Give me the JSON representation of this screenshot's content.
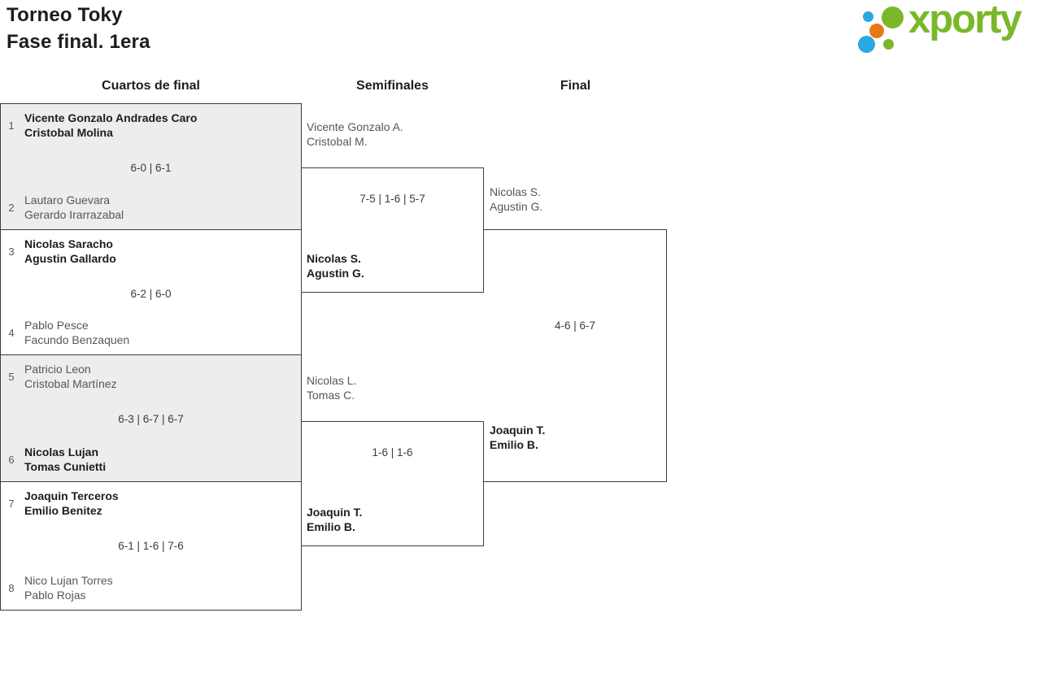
{
  "header": {
    "title_line1": "Torneo Toky",
    "title_line2": "Fase final. 1era"
  },
  "logo": {
    "text": "xporty"
  },
  "round_headers": {
    "quarterfinals": "Cuartos de final",
    "semifinals": "Semifinales",
    "final": "Final"
  },
  "colors": {
    "brand_green": "#7ab829",
    "brand_blue": "#29a9e0",
    "brand_orange": "#e87817",
    "text_dark": "#1d1d1b",
    "text_gray": "#575756",
    "border": "#3c3c3b",
    "shaded_row_bg": "#ededed"
  },
  "quarterfinals": [
    {
      "seed_top": "1",
      "team_top_line1": "Vicente Gonzalo Andrades Caro",
      "team_top_line2": "Cristobal Molina",
      "score": "6-0 | 6-1",
      "seed_bottom": "2",
      "team_bottom_line1": "Lautaro Guevara",
      "team_bottom_line2": "Gerardo Irarrazabal"
    },
    {
      "seed_top": "3",
      "team_top_line1": "Nicolas Saracho",
      "team_top_line2": "Agustin Gallardo",
      "score": "6-2 | 6-0",
      "seed_bottom": "4",
      "team_bottom_line1": "Pablo Pesce",
      "team_bottom_line2": "Facundo Benzaquen"
    },
    {
      "seed_top": "5",
      "team_top_line1": "Patricio Leon",
      "team_top_line2": "Cristobal Martínez",
      "score": "6-3 | 6-7 | 6-7",
      "seed_bottom": "6",
      "team_bottom_line1": "Nicolas Lujan",
      "team_bottom_line2": "Tomas Cunietti"
    },
    {
      "seed_top": "7",
      "team_top_line1": "Joaquin Terceros",
      "team_top_line2": "Emilio Benitez",
      "score": "6-1 | 1-6 | 7-6",
      "seed_bottom": "8",
      "team_bottom_line1": "Nico Lujan Torres",
      "team_bottom_line2": "Pablo Rojas"
    }
  ],
  "semifinals": [
    {
      "top_line1": "Vicente Gonzalo A.",
      "top_line2": "Cristobal M.",
      "score": "7-5 | 1-6 | 5-7",
      "winner_line1": "Nicolas S.",
      "winner_line2": "Agustin G."
    },
    {
      "top_line1": "Nicolas L.",
      "top_line2": "Tomas C.",
      "score": "1-6 | 1-6",
      "winner_line1": "Joaquin T.",
      "winner_line2": "Emilio B."
    }
  ],
  "final": {
    "top_line1": "Nicolas S.",
    "top_line2": "Agustin G.",
    "score": "4-6 | 6-7",
    "winner_line1": "Joaquin T.",
    "winner_line2": "Emilio B."
  }
}
